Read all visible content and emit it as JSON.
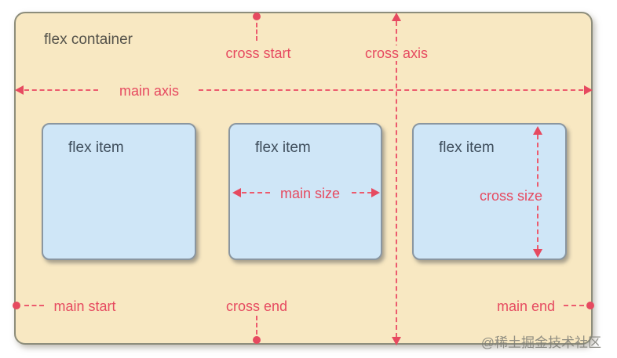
{
  "diagram": {
    "container_label": "flex container",
    "items": [
      {
        "label": "flex item"
      },
      {
        "label": "flex item"
      },
      {
        "label": "flex item"
      }
    ],
    "annotations": {
      "main_axis": "main axis",
      "cross_axis": "cross axis",
      "cross_start": "cross start",
      "cross_end": "cross end",
      "main_start": "main start",
      "main_end": "main end",
      "main_size": "main size",
      "cross_size": "cross size"
    },
    "colors": {
      "accent_red": "#e64a60",
      "container_bg": "#f8e8c2",
      "container_border": "#8d8d7b",
      "item_bg": "#cfe6f7",
      "item_border": "#8a96a0",
      "container_text": "#54524a",
      "item_text": "#3f4e5c"
    }
  },
  "watermark": "@稀土掘金技术社区"
}
